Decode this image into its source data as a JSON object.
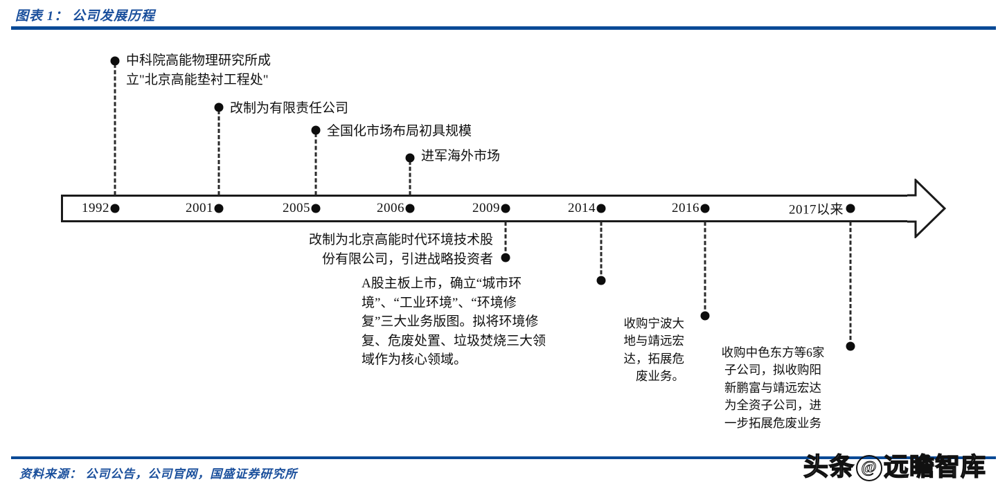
{
  "header": {
    "title": "图表 1： 公司发展历程",
    "rule_color": "#0a4a96"
  },
  "footer": {
    "source": "资料来源： 公司公告，公司官网，国盛证券研究所",
    "watermark_left": "头条",
    "watermark_at": "@",
    "watermark_right": "远瞻智库"
  },
  "chart_data": {
    "type": "timeline",
    "title": "公司发展历程",
    "orientation": "horizontal",
    "axis": {
      "arrow": true,
      "start_year": "1992",
      "end_year": "2017以来"
    },
    "milestones": [
      {
        "year": "1992",
        "side": "above",
        "text": "中科院高能物理研究所成\n立\"北京高能垫衬工程处\""
      },
      {
        "year": "2001",
        "side": "above",
        "text": "改制为有限责任公司"
      },
      {
        "year": "2005",
        "side": "above",
        "text": "全国化市场布局初具规模"
      },
      {
        "year": "2006",
        "side": "above",
        "text": "进军海外市场"
      },
      {
        "year": "2009",
        "side": "below",
        "text": "改制为北京高能时代环境技术股\n份有限公司，引进战略投资者"
      },
      {
        "year": "2009",
        "side": "below",
        "text": "A股主板上市，确立“城市环\n境”、“工业环境”、“环境修\n复”三大业务版图。拟将环境修\n复、危废处置、垃圾焚烧三大领\n域作为核心领域。"
      },
      {
        "year": "2014",
        "side": "below",
        "text": "收购宁波大\n地与靖远宏\n达，拓展危\n废业务。"
      },
      {
        "year": "2016",
        "side": "below",
        "text": "收购中色东方等6家\n子公司，拟收购阳\n新鹏富与靖远宏达\n为全资子公司，进\n一步拓展危废业务"
      }
    ],
    "year_labels": [
      "1992",
      "2001",
      "2005",
      "2006",
      "2009",
      "2014",
      "2016",
      "2017以来"
    ]
  }
}
